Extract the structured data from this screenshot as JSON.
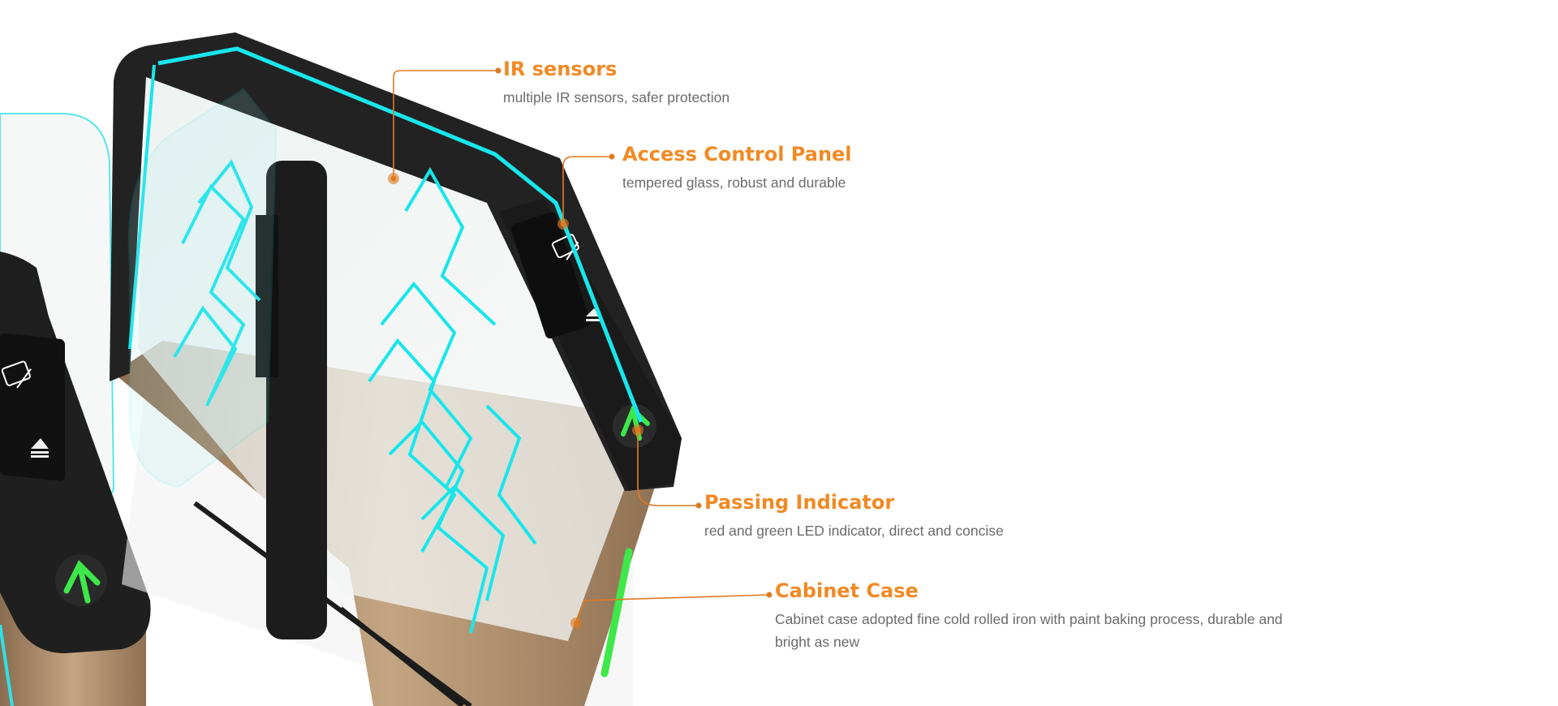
{
  "colors": {
    "accent": "#f08a24",
    "leader": "#e07a22",
    "description": "#6b6b6b",
    "cyan_pattern": "#18e6ec",
    "frame_bronze": "#a88a6a",
    "led_green": "#3ee84a"
  },
  "product_image": {
    "icons": [
      "card-reader-icon",
      "button-icon",
      "arrow-indicator-icon"
    ]
  },
  "callouts": [
    {
      "title": "IR sensors",
      "description": "multiple IR sensors, safer protection"
    },
    {
      "title": "Access Control Panel",
      "description": "tempered glass, robust and durable"
    },
    {
      "title": "Passing Indicator",
      "description": "red and green LED indicator, direct and concise"
    },
    {
      "title": "Cabinet Case",
      "description": "Cabinet case adopted fine cold rolled iron with paint baking process, durable and bright as new"
    }
  ]
}
